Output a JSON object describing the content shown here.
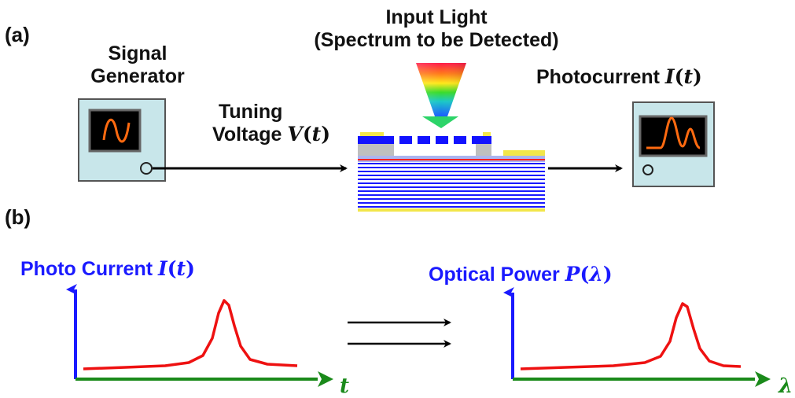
{
  "panel_a": {
    "label": "(a)",
    "signal_generator": {
      "line1": "Signal",
      "line2": "Generator"
    },
    "input_light": {
      "line1": "Input Light",
      "line2": "(Spectrum to be Detected)"
    },
    "photocurrent": {
      "text": "Photocurrent",
      "symbol": "I",
      "arg": "t"
    },
    "tuning": {
      "line1": "Tuning",
      "line2": "Voltage",
      "symbol": "V",
      "arg": "t"
    }
  },
  "panel_b": {
    "label": "(b)",
    "left_plot": {
      "title": "Photo Current",
      "symbol": "I",
      "arg": "t",
      "x_axis": "t"
    },
    "right_plot": {
      "title": "Optical Power",
      "symbol": "P",
      "arg": "λ",
      "x_axis": "λ"
    }
  },
  "colors": {
    "curve": "#ee1111",
    "y_axis": "#1a1aff",
    "x_axis": "#1a8a1a",
    "instrument_body": "#c8e6ea",
    "screen": "#000000",
    "waveform": "#ff6a10"
  }
}
